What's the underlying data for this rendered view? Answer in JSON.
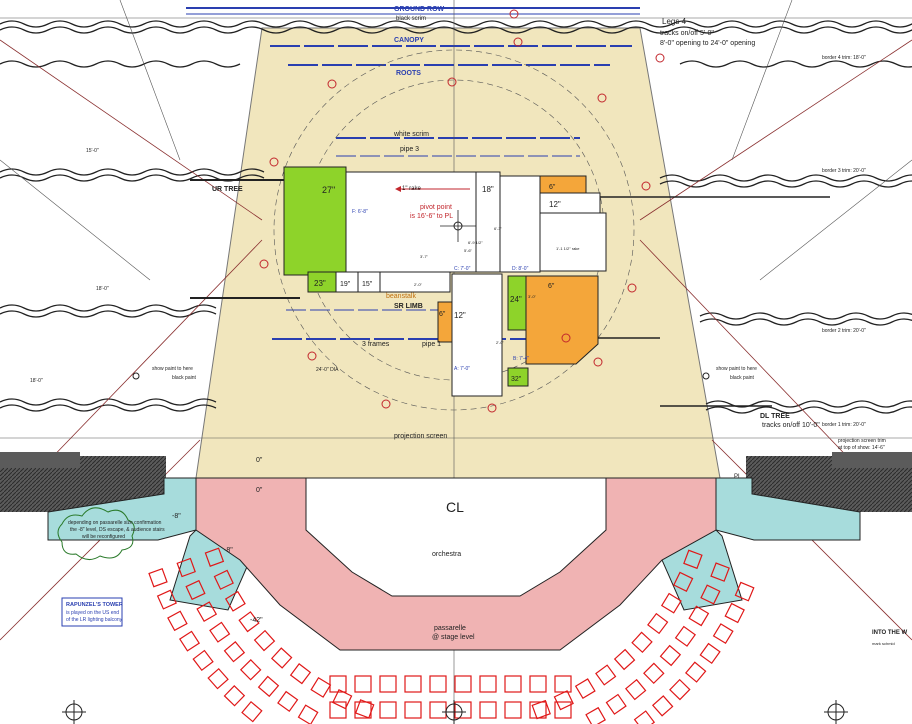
{
  "title": "",
  "colors": {
    "stage": "#f1e6bd",
    "platform_green": "#8ed32a",
    "platform_orange": "#f4a63a",
    "passarelle": "#f0b3b3",
    "wing": "#a7dcdc",
    "masking": "#5b5b5b",
    "seats": "#e01818",
    "pipe": "#2a3fb0",
    "annotation_red": "#c2262c",
    "line": "#222222"
  },
  "labels": {
    "ground_row": "GROUND ROW",
    "black_scrim": "black scrim",
    "canopy": "CANOPY",
    "roots": "ROOTS",
    "legs": "Legs 4",
    "legs_tracks": "tracks on/off 5'-0\"",
    "legs_opening": "8'-0\" opening to 24'-0\" opening",
    "border_4": "border 4 trim: 18'-0\"",
    "border_3": "border 3 trim: 20'-0\"",
    "border_2": "border 2 trim: 20'-0\"",
    "border_1": "border 1 trim: 20'-0\"",
    "white_scrim": "white scrim",
    "pipe_3": "pipe 3",
    "ur_tree": "UR TREE",
    "rake": "1\" rake",
    "pivot_point": "pivot point",
    "pivot_detail": "is 16'-6\" to PL",
    "beanstalk": "beanstalk",
    "sr_limb": "SR LIMB",
    "three_frames": "3 frames",
    "pipe_1": "pipe 1",
    "dia": "24'-0\" DIA",
    "show_paint_l": "show paint to here",
    "black_paint_l": "black paint",
    "show_paint_r": "show paint to here",
    "black_paint_r": "black paint",
    "dl_tree": "DL TREE",
    "dl_tracks": "tracks on/off 10'-0\"",
    "projection_screen": "projection screen",
    "proj_trim": "projection screen trim",
    "proj_trim2": "at top of show: 14'-6\"",
    "zero_1": "0\"",
    "zero_2": "0\"",
    "minus8_a": "-8\"",
    "minus8_b": "-8\"",
    "minus42": "-42\"",
    "cl": "CL",
    "orchestra": "orchestra",
    "passarelle": "passarelle",
    "at_stage": "@ stage level",
    "depending_1": "depending on passarelle size confirmation",
    "depending_2": "the -8\" level, DS escape, & audience stairs",
    "depending_3": "will be reconfigured",
    "rapunzel_1": "RAPUNZEL'S TOWER",
    "rapunzel_2": "is played on the US end",
    "rapunzel_3": "of the LR lighting balcony",
    "into_the_woods": "INTO THE W",
    "scale_note": "mark schmid",
    "pl_mark": "PL",
    "dim_15": "15'-0\"",
    "dim_18": "18'-0\"",
    "dim_18b": "18'-0\""
  },
  "platforms": {
    "p27": "27\"",
    "p18": "18\"",
    "p6a": "6\"",
    "p12a": "12\"",
    "p23": "23\"",
    "p19": "19\"",
    "p15": "15\"",
    "p12b": "12\"",
    "p6b": "6\"",
    "p24": "24\"",
    "p6c": "6\"",
    "p32": "32\"",
    "f_label": "F: 6'-8\"",
    "c_label": "C: 7'-0\"",
    "d_label": "D: 8'-0\"",
    "b_label": "B: 7'-4\"",
    "a_label": "A: 7'-0\"",
    "dim_a": "6'-3\"",
    "dim_b": "6'-9 1/2\"",
    "dim_c": "5'-6\"",
    "dim_d": "1'-1 1/2\" rake",
    "dim_e": "2'-0\"",
    "dim_f": "2'-0\"",
    "dim_g": "3'-7\"",
    "dim_h": "3'-0\""
  }
}
